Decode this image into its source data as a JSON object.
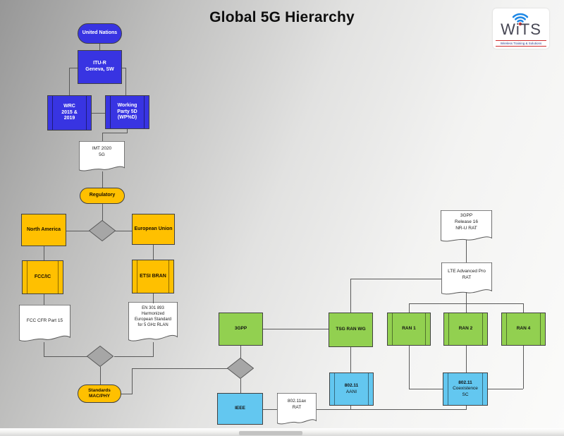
{
  "title": "Global 5G Hierarchy",
  "logo": {
    "brand": "WiTS",
    "tagline": "Wireless Training & Solutions"
  },
  "colors": {
    "blue": "#3834E2",
    "orange": "#FFC000",
    "green": "#92D050",
    "light_blue": "#63C7F0",
    "diamond_gray": "#A6A6A6",
    "connector_gray": "#595959"
  },
  "nodes": {
    "united_nations": {
      "label": "United Nations"
    },
    "itu_r": {
      "line1": "ITU-R",
      "line2": "Geneva, SW"
    },
    "wrc": {
      "line1": "WRC",
      "line2": "2015 &",
      "line3": "2019"
    },
    "working_party_5d": {
      "line1": "Working",
      "line2": "Party 5D",
      "line3": "(WP%D)"
    },
    "imt_2020": {
      "line1": "IMT 2020",
      "line2": "5G"
    },
    "regulatory": {
      "label": "Regulatory"
    },
    "north_america": {
      "label": "North America"
    },
    "european_union": {
      "label": "European Union"
    },
    "fcc_ic": {
      "label": "FCC/IC"
    },
    "etsi_bran": {
      "label": "ETSI BRAN"
    },
    "fcc_cfr": {
      "label": "FCC CFR Part 15"
    },
    "en_301_893": {
      "line1": "EN 301 893",
      "line2": "Harmonized",
      "line3": "European Standard",
      "line4": "for 5 GHz RLAN"
    },
    "standards": {
      "line1": "Standards",
      "line2": "MAC/PHY"
    },
    "three_gpp": {
      "label": "3GPP"
    },
    "tsg_ran_wg": {
      "label": "TSG RAN WG"
    },
    "ran_1": {
      "label": "RAN 1"
    },
    "ran_2": {
      "label": "RAN 2"
    },
    "ran_4": {
      "label": "RAN 4"
    },
    "release_16": {
      "line1": "3GPP",
      "line2": "Release 16",
      "line3": "NR-U RAT"
    },
    "lte_advanced_pro": {
      "line1": "LTE Advanced Pro",
      "line2": "RAT"
    },
    "aani": {
      "line1": "802.11",
      "line2": "AANI"
    },
    "coexistence_sc": {
      "line1": "802.11",
      "line2": "Coexistence",
      "line3": "SC"
    },
    "ieee": {
      "label": "IEEE"
    },
    "ax_rat": {
      "line1": "802.11ax",
      "line2": "RAT"
    }
  }
}
